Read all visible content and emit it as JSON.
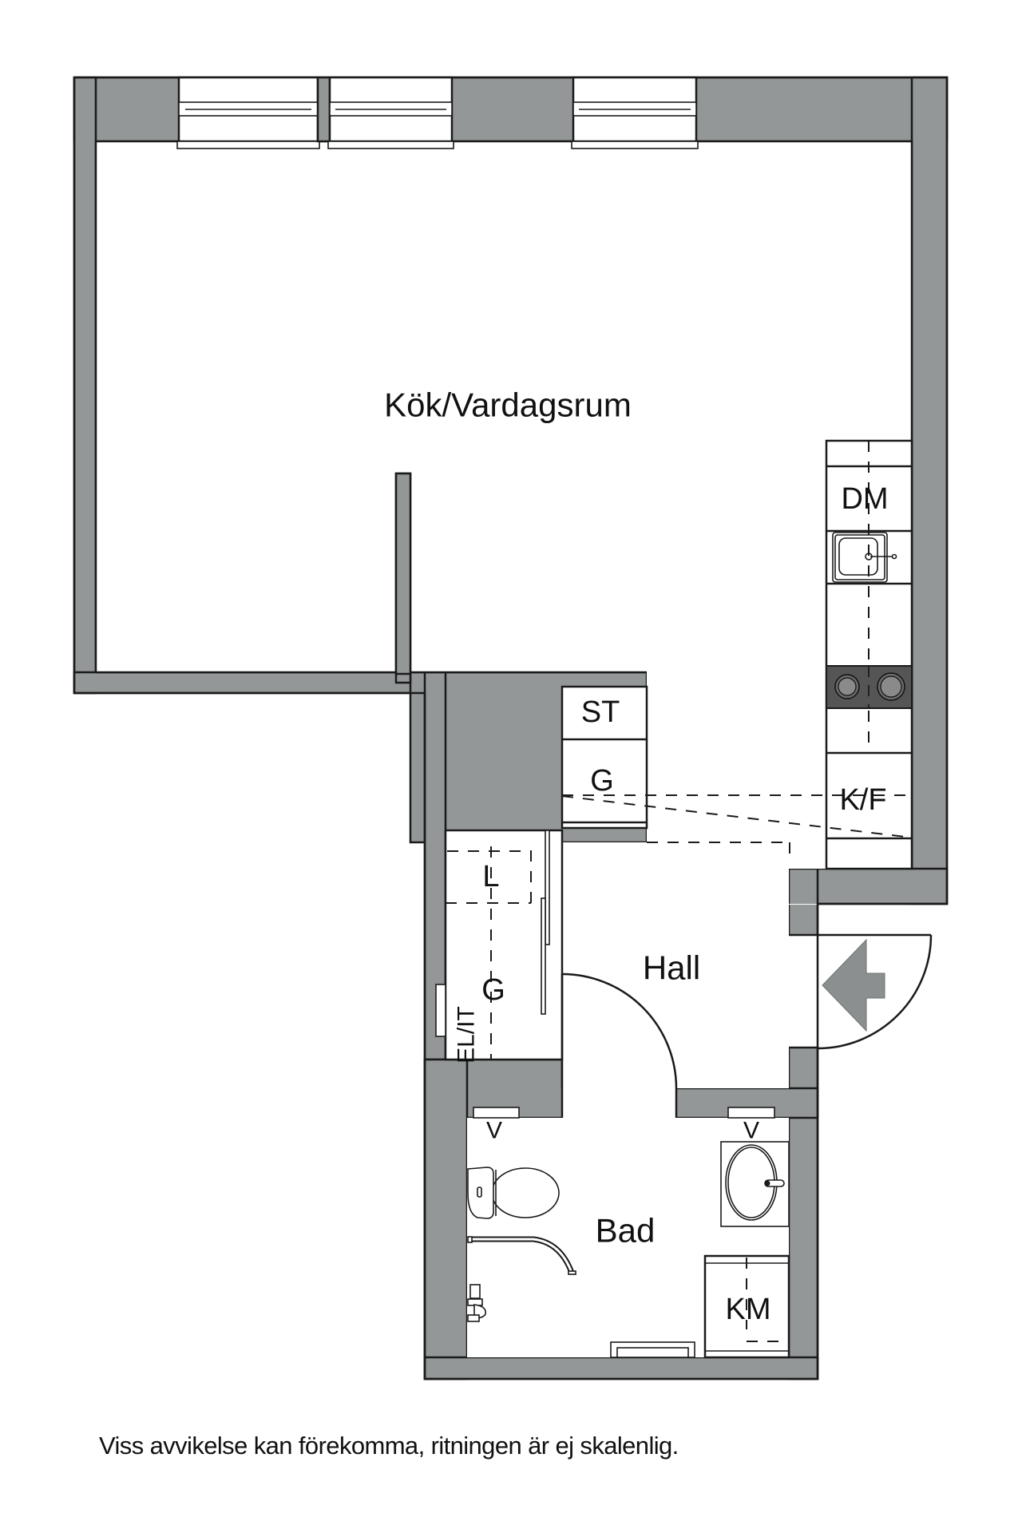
{
  "floorplan": {
    "colors": {
      "wall": "#939797",
      "stove": "#555555",
      "arrow": "#8c8f8f",
      "line": "#1a1a1a",
      "background": "#ffffff"
    },
    "rooms": {
      "living": "Kök/Vardagsrum",
      "hall": "Hall",
      "bath": "Bad"
    },
    "fixtures": {
      "dishwasher": "DM",
      "stove_cabinet": "ST",
      "wardrobe_kitchen": "G",
      "fridge_freezer": "K/F",
      "linen": "L",
      "wardrobe_hall": "G",
      "electrical": "EL/IT",
      "vent_left": "V",
      "vent_right": "V",
      "washing_machine": "KM"
    },
    "icons": {
      "entrance": "entrance-arrow-icon",
      "sink": "kitchen-sink-icon",
      "stove": "stove-icon",
      "toilet": "toilet-icon",
      "washbasin": "washbasin-icon",
      "shower": "shower-icon"
    }
  },
  "footer": {
    "disclaimer": "Viss avvikelse kan förekomma, ritningen är ej skalenlig."
  }
}
